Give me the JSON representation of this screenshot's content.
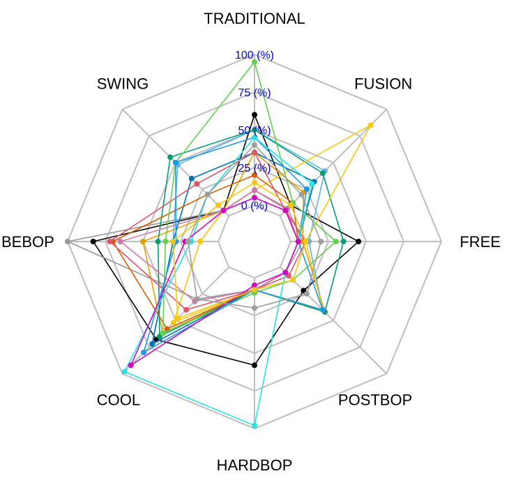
{
  "chart_data": {
    "type": "radar",
    "title": "",
    "axes": [
      "TRADITIONAL",
      "FUSION",
      "FREE",
      "POSTBOP",
      "HARDBOP",
      "COOL",
      "BEBOP",
      "SWING"
    ],
    "ticks": [
      "0 (%)",
      "25 (%)",
      "50 (%)",
      "75 (%)",
      "100 (%)"
    ],
    "range": [
      0,
      100
    ],
    "grid": true,
    "legend": "none",
    "colors": {
      "grid": "#bebebe",
      "tick_text": "#0000ee",
      "axis_text": "#000000"
    },
    "series": [
      {
        "color": "#000000",
        "values": [
          60,
          10,
          45,
          22,
          58,
          68,
          83,
          5
        ]
      },
      {
        "color": "#999999",
        "values": [
          10,
          7,
          8,
          5,
          8,
          30,
          100,
          5
        ]
      },
      {
        "color": "#e69f00",
        "values": [
          35,
          22,
          8,
          42,
          8,
          62,
          50,
          5
        ]
      },
      {
        "color": "#56b4e9",
        "values": [
          50,
          42,
          12,
          40,
          8,
          72,
          30,
          48
        ]
      },
      {
        "color": "#009e73",
        "values": [
          50,
          40,
          35,
          42,
          8,
          65,
          40,
          55
        ]
      },
      {
        "color": "#f5c710",
        "values": [
          10,
          85,
          10,
          40,
          8,
          52,
          12,
          5
        ]
      },
      {
        "color": "#0072b2",
        "values": [
          35,
          32,
          5,
          5,
          8,
          72,
          30,
          35
        ]
      },
      {
        "color": "#d55e00",
        "values": [
          20,
          12,
          5,
          5,
          8,
          58,
          70,
          20
        ]
      },
      {
        "color": "#cc79a7",
        "values": [
          10,
          6,
          5,
          5,
          8,
          32,
          65,
          5
        ]
      },
      {
        "color": "#61d04f",
        "values": [
          95,
          12,
          30,
          12,
          10,
          62,
          35,
          50
        ]
      },
      {
        "color": "#df536b",
        "values": [
          35,
          5,
          10,
          8,
          8,
          40,
          72,
          30
        ]
      },
      {
        "color": "#2297e6",
        "values": [
          45,
          25,
          5,
          40,
          8,
          80,
          28,
          50
        ]
      },
      {
        "color": "#28e2e5",
        "values": [
          45,
          30,
          5,
          5,
          98,
          98,
          18,
          20
        ]
      },
      {
        "color": "#cd0bbc",
        "values": [
          5,
          5,
          5,
          5,
          5,
          92,
          22,
          5
        ]
      },
      {
        "color": "#f5c710",
        "values": [
          15,
          10,
          10,
          12,
          8,
          48,
          30,
          10
        ]
      },
      {
        "color": "#9e9e9e",
        "values": [
          40,
          20,
          20,
          25,
          20,
          30,
          20,
          20
        ]
      }
    ]
  }
}
